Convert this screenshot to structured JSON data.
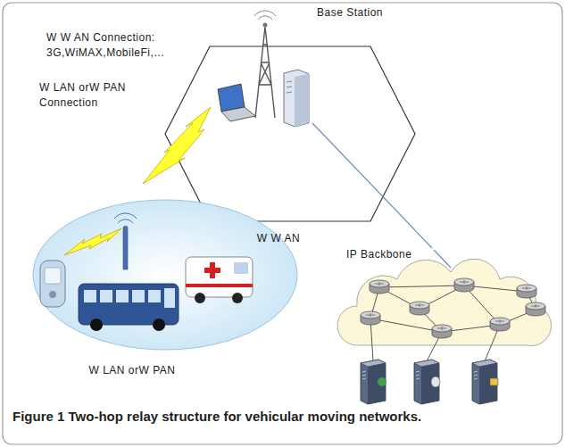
{
  "diagram": {
    "caption": "Figure 1 Two-hop relay structure for vehicular moving networks.",
    "nodes": [
      {
        "text": [
          "W W AN"
        ]
      },
      {
        "text": [
          "W LAN orW PAN"
        ]
      },
      {
        "text": [
          "IP Backbone"
        ]
      }
    ],
    "edges": [
      {
        "from": 0,
        "to": 2,
        "arrow": "none"
      }
    ],
    "labels": [
      "Base Station",
      "W W AN Connection: 3G,WiMAX,MobileFi,…",
      "W LAN orW PAN Connection"
    ]
  }
}
